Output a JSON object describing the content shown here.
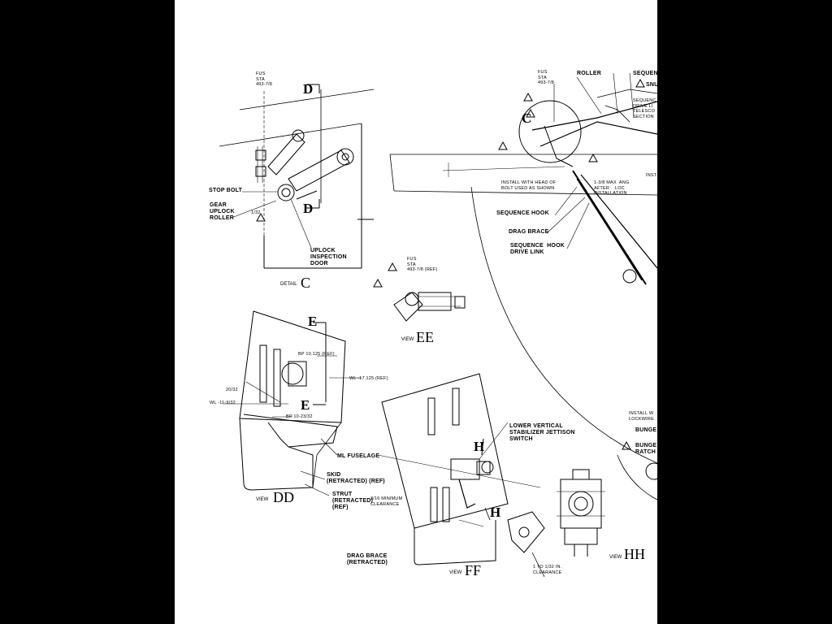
{
  "detail_c": {
    "station_label": "FUS\nSTA\n493-7/8",
    "stop_bolt": "STOP BOLT",
    "gear_uplock_roller": "GEAR\nUPLOCK\nROLLER",
    "clearance": "1/32",
    "uplock_door": "UPLOCK\nINSPECTION\nDOOR",
    "section_letter_top": "D",
    "section_letter_bottom": "D",
    "caption_word": "DETAIL",
    "caption_letter": "C"
  },
  "top_right": {
    "station_label": "FUS\nSTA\n493-7/8",
    "roller": "ROLLER",
    "sequence": "SEQUEN",
    "snub": "SNU",
    "sequence_telescoping": "SEQUENC\nDRIVE LI\nTELESCO\nSECTION",
    "detail_letter": "C",
    "install_note": "INSTALL WITH HEAD OF\nBOLT USED AS SHOWN",
    "max_after_lock": "1-3/8 MAX  ANG\nAFTER    LOC\nINSTALLATION",
    "ins_note": "INST",
    "sequence_hook": "SEQUENCE HOOK",
    "drag_brace": "DRAG BRACE",
    "sequence_hook_drive_link": "SEQUENCE  HOOK\nDRIVE LINK",
    "install_lockwire": "INSTALL W\nLOCKWIRE",
    "bunge": "BUNGE",
    "bungee_ratchet": "BUNGE\nRATCH"
  },
  "view_ee": {
    "station_label": "FUS\nSTA\n493-7/8 (REF)",
    "caption_word": "VIEW",
    "caption_letter": "EE"
  },
  "view_dd": {
    "section_letter_top": "E",
    "section_letter_bottom": "E",
    "bp_top": "BP 10.125 (REF)",
    "wl_right": "WL -17.125 (REF)",
    "dim_left": "20/32",
    "wl_left": "WL -11-9/32",
    "bp_bottom": "BP 10-23/32",
    "ml_fuselage": "ML FUSELAGE",
    "skid": "SKID\n(RETRACTED) (REF)",
    "strut": "STRUT\n(RETRACTED)\n(REF)",
    "caption_word": "VIEW",
    "caption_letter": "DD"
  },
  "view_ff": {
    "switch_label": "LOWER VERTICAL\nSTABILIZER JETTISON\nSWITCH",
    "section_letter_top": "H",
    "section_letter_bottom": "H",
    "min_clearance": "3/16 MINIMUM\nCLEARANCE",
    "drag_brace_retracted": "DRAG BRACE\n(RETRACTED)",
    "caption_word": "VIEW",
    "caption_letter": "FF"
  },
  "view_hh": {
    "clearance": "1 TO 1/32 IN.\nCLEARANCE",
    "caption_word": "VIEW",
    "caption_letter": "HH"
  }
}
